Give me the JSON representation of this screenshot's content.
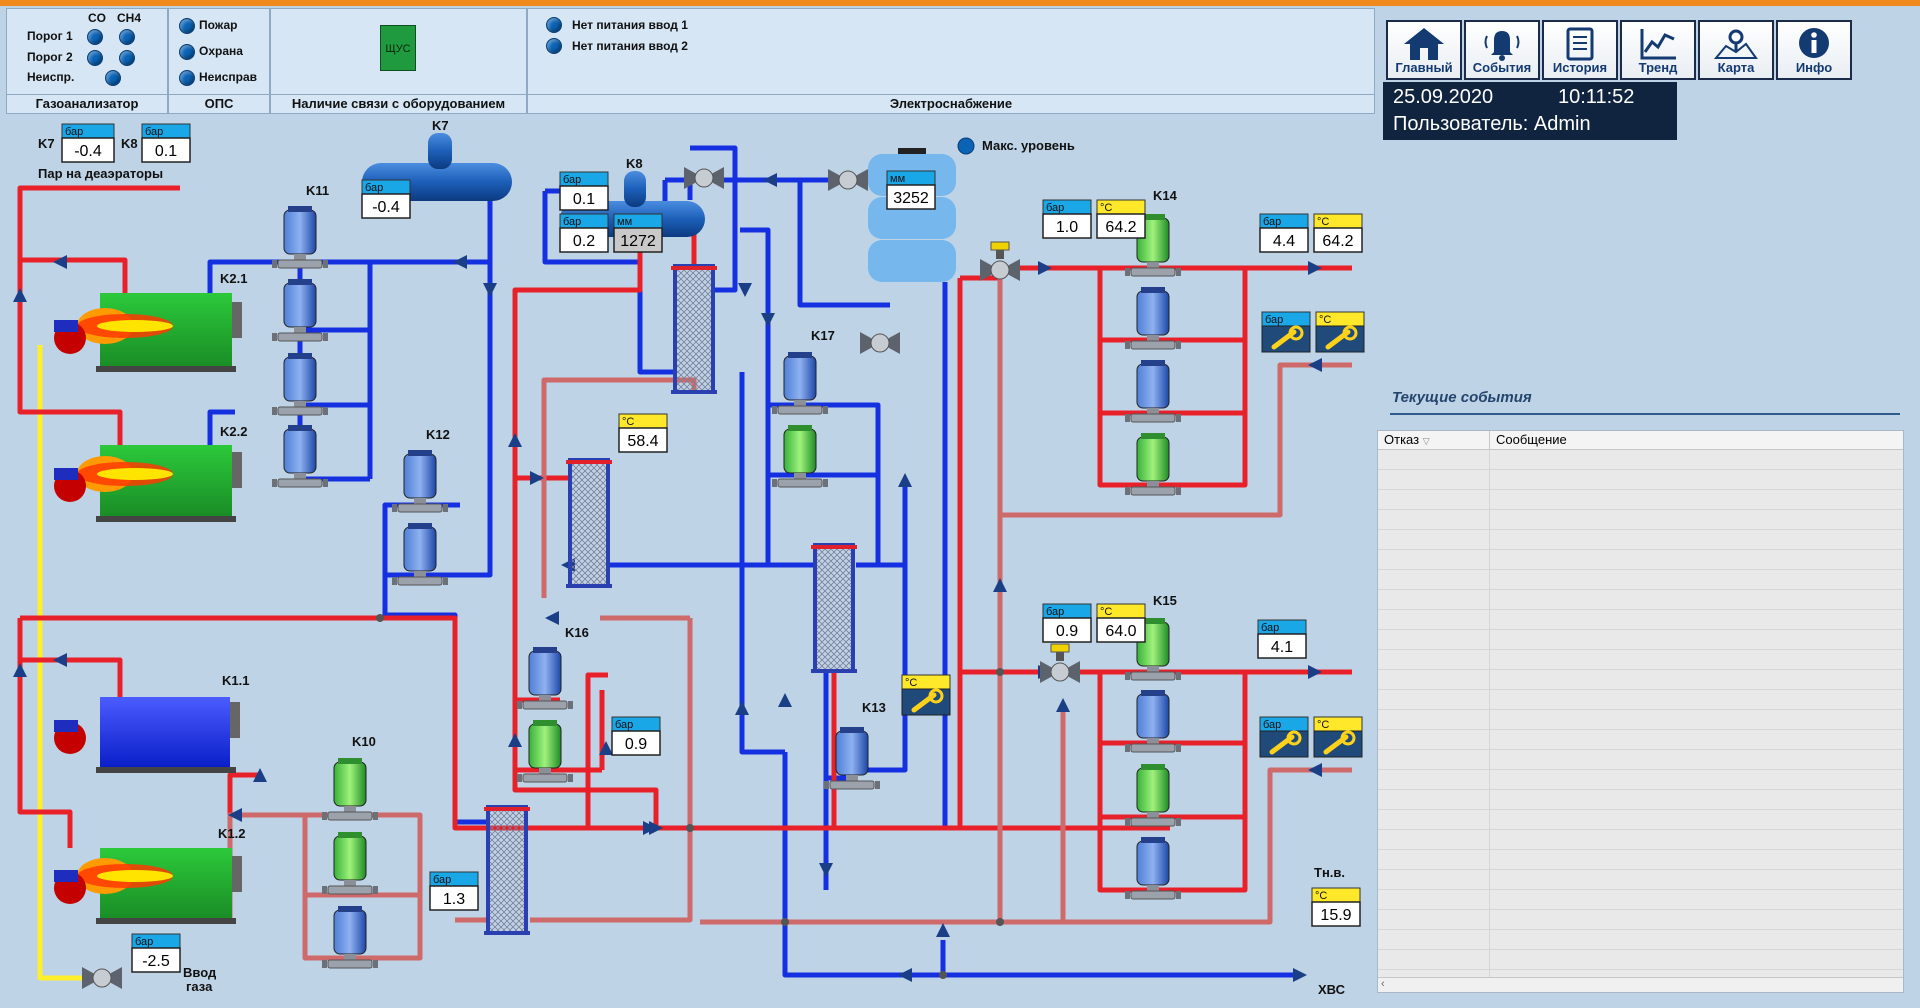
{
  "header": {
    "gas_analyzer": {
      "title": "Газоанализатор",
      "col_co": "CO",
      "col_ch4": "CH4",
      "row1": "Порог 1",
      "row2": "Порог 2",
      "row3": "Неиспр."
    },
    "ops": {
      "title": "ОПС",
      "items": [
        "Пожар",
        "Охрана",
        "Неисправ"
      ]
    },
    "connection": {
      "title": "Наличие связи с оборудованием",
      "tsus": "ЩУС"
    },
    "power": {
      "title": "Электроснабжение",
      "items": [
        "Нет питания ввод 1",
        "Нет питания ввод 2"
      ]
    }
  },
  "nav": [
    "Главный",
    "События",
    "История",
    "Тренд",
    "Карта",
    "Инфо"
  ],
  "status": {
    "date": "25.09.2020",
    "time": "10:11:52",
    "user": "Пользователь: Admin"
  },
  "events": {
    "title": "Текущие события",
    "columns": [
      "Отказ",
      "Сообщение"
    ]
  },
  "scheme": {
    "labels": {
      "k7_top": "K7",
      "k8_top": "K8",
      "steam": "Пар на деаэраторы",
      "k7": "K7",
      "k8": "K8",
      "k11": "K11",
      "k12": "K12",
      "k16": "K16",
      "k17": "K17",
      "k10": "K10",
      "k13": "K13",
      "k14": "K14",
      "k15": "K15",
      "k2_1": "K2.1",
      "k2_2": "K2.2",
      "k1_1": "K1.1",
      "k1_2": "K1.2",
      "max_level": "Макс. уровень",
      "gas_in_1": "Ввод",
      "gas_in_2": "газа",
      "tnv": "Тн.в.",
      "hvs": "ХВС"
    },
    "units": {
      "bar": "бар",
      "c": "°C",
      "mm": "мм"
    },
    "values": {
      "k7_top": "-0.4",
      "k8_top": "0.1",
      "k7_tank": "-0.4",
      "k8_1": "0.1",
      "k8_2": "0.2",
      "k8_level": "1272",
      "level": "3252",
      "t_hx": "58.4",
      "p_k16": "0.9",
      "p_k10": "1.3",
      "p_gas": "-2.5",
      "p_k14_in": "1.0",
      "t_k14_in": "64.2",
      "p_k14_out": "4.4",
      "t_k14_out": "64.2",
      "p_k15_in": "0.9",
      "t_k15_in": "64.0",
      "p_k15_out": "4.1",
      "t_nv": "15.9"
    }
  }
}
